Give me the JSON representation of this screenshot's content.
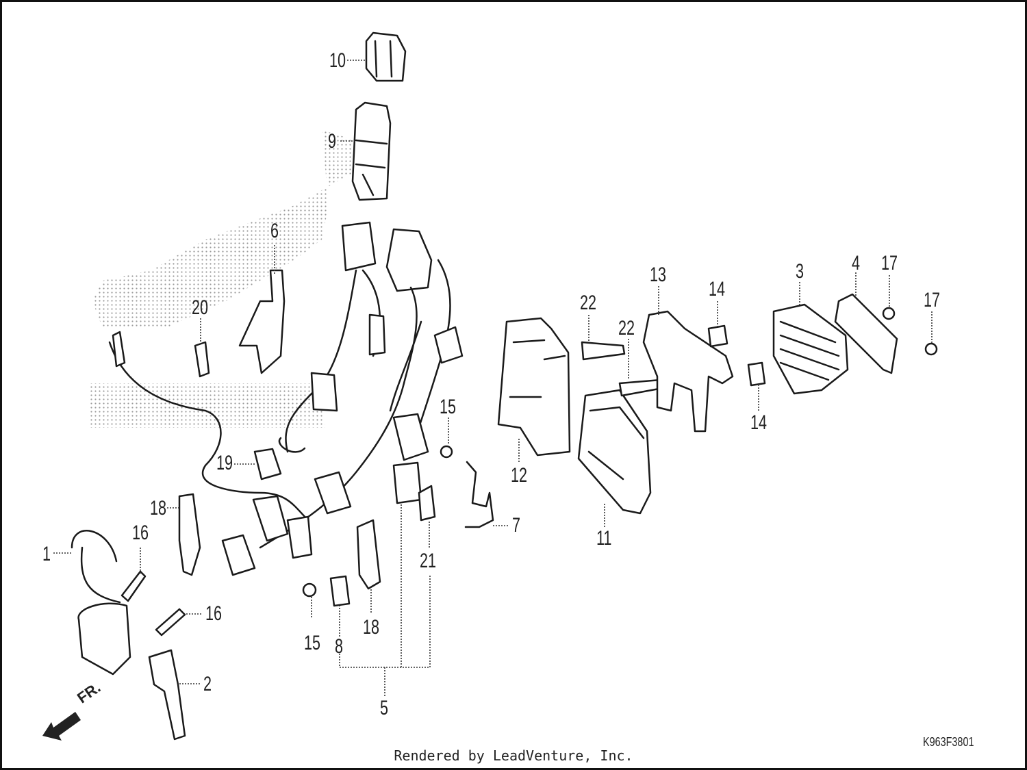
{
  "callouts": [
    {
      "id": "c10",
      "text": "10"
    },
    {
      "id": "c9",
      "text": "9"
    },
    {
      "id": "c6",
      "text": "6"
    },
    {
      "id": "c20",
      "text": "20"
    },
    {
      "id": "c19",
      "text": "19"
    },
    {
      "id": "c18a",
      "text": "18"
    },
    {
      "id": "c16a",
      "text": "16"
    },
    {
      "id": "c16b",
      "text": "16"
    },
    {
      "id": "c1",
      "text": "1"
    },
    {
      "id": "c2",
      "text": "2"
    },
    {
      "id": "c15a",
      "text": "15"
    },
    {
      "id": "c15b",
      "text": "15"
    },
    {
      "id": "c8",
      "text": "8"
    },
    {
      "id": "c18b",
      "text": "18"
    },
    {
      "id": "c21",
      "text": "21"
    },
    {
      "id": "c5",
      "text": "5"
    },
    {
      "id": "c7",
      "text": "7"
    },
    {
      "id": "c12",
      "text": "12"
    },
    {
      "id": "c11",
      "text": "11"
    },
    {
      "id": "c22a",
      "text": "22"
    },
    {
      "id": "c22b",
      "text": "22"
    },
    {
      "id": "c13",
      "text": "13"
    },
    {
      "id": "c14a",
      "text": "14"
    },
    {
      "id": "c14b",
      "text": "14"
    },
    {
      "id": "c3",
      "text": "3"
    },
    {
      "id": "c4",
      "text": "4"
    },
    {
      "id": "c17a",
      "text": "17"
    },
    {
      "id": "c17b",
      "text": "17"
    }
  ],
  "direction_marker": "FR.",
  "drawing_code": "K963F3801",
  "footer_text": "Rendered by LeadVenture, Inc."
}
